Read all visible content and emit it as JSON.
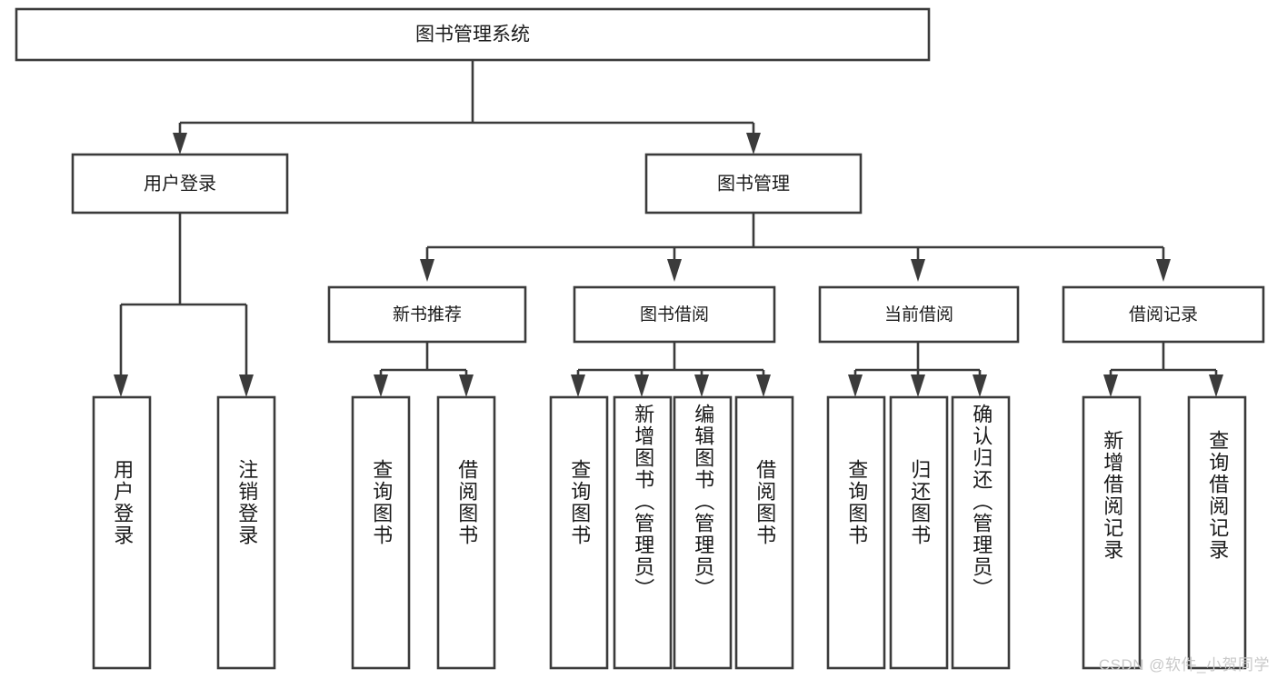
{
  "diagram": {
    "title": "图书管理系统",
    "type": "hierarchy-tree",
    "watermark": "CSDN @软件_小贺同学",
    "colors": {
      "stroke": "#3b3b3b",
      "fill": "#ffffff",
      "text": "#1a1a1a",
      "watermark": "#c9c9c9"
    },
    "root": {
      "label": "图书管理系统"
    },
    "level2": [
      {
        "label": "用户登录"
      },
      {
        "label": "图书管理"
      }
    ],
    "level3": [
      {
        "label": "新书推荐"
      },
      {
        "label": "图书借阅"
      },
      {
        "label": "当前借阅"
      },
      {
        "label": "借阅记录"
      }
    ],
    "leaves": {
      "user_login": [
        {
          "label": "用户登录"
        },
        {
          "label": "注销登录"
        }
      ],
      "new_book": [
        {
          "label": "查询图书"
        },
        {
          "label": "借阅图书"
        }
      ],
      "book_borrow": [
        {
          "label": "查询图书"
        },
        {
          "label": "新增图书（管理员）"
        },
        {
          "label": "编辑图书（管理员）"
        },
        {
          "label": "借阅图书"
        }
      ],
      "current_borrow": [
        {
          "label": "查询图书"
        },
        {
          "label": "归还图书"
        },
        {
          "label": "确认归还（管理员）"
        }
      ],
      "borrow_record": [
        {
          "label": "新增借阅记录"
        },
        {
          "label": "查询借阅记录"
        }
      ]
    }
  }
}
